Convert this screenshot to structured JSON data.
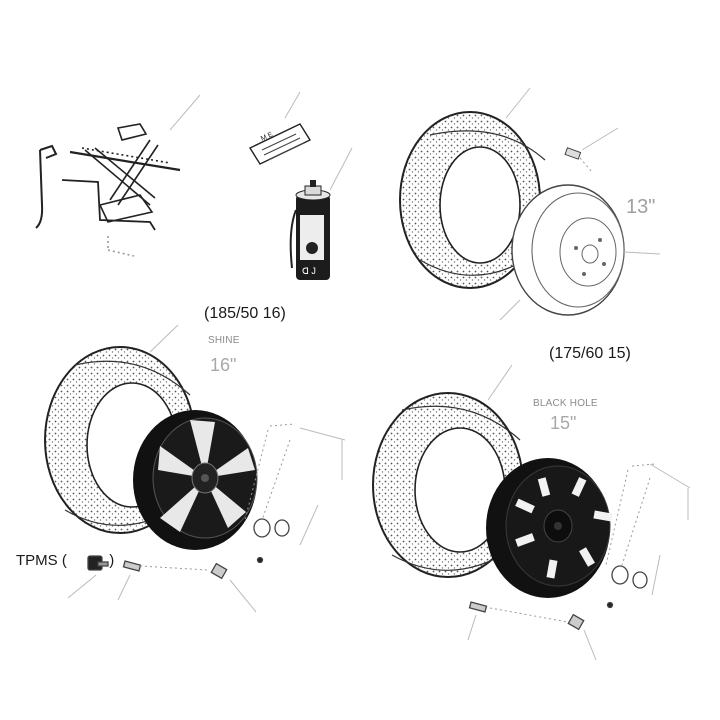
{
  "labels": {
    "rim_13_size": "13\"",
    "shine_spec": "(185/50 16)",
    "shine_name": "SHINE",
    "shine_size": "16\"",
    "blackhole_spec": "(175/60 15)",
    "blackhole_name": "BLACK HOLE",
    "blackhole_size": "15\"",
    "tpms_prefix": "TPMS (",
    "tpms_suffix": ")",
    "manual_text": "M E"
  },
  "colors": {
    "line": "#222222",
    "tread": "#555555",
    "grey_label": "#9a9a9a",
    "wheel_black": "#111111",
    "leader": "#bfbfbf"
  }
}
